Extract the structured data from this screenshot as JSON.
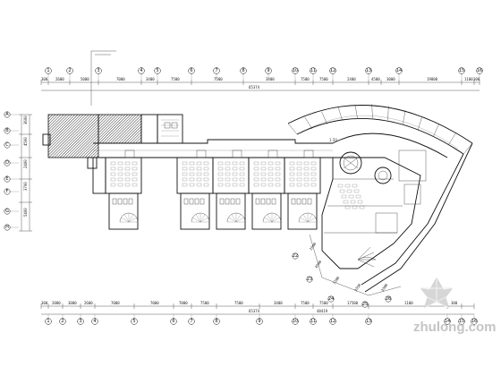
{
  "drawing": {
    "top_dimensions": [
      "300",
      "2600",
      "5000",
      "7000",
      "3400",
      "7500",
      "7500",
      "3400",
      "7500",
      "7500",
      "2400",
      "4500",
      "3000",
      "19800",
      "1100",
      "300"
    ],
    "top_total": "65374",
    "bottom_dimensions": [
      "300",
      "2000",
      "3000",
      "2600",
      "7000",
      "7000",
      "7000",
      "7500",
      "7500",
      "3400",
      "7500",
      "7500",
      "17500",
      "1100",
      "300"
    ],
    "bottom_total": "65374",
    "bottom_overall": "48419",
    "left_dimensions": [
      "3600",
      "4500",
      "2400",
      "3700",
      "5400"
    ],
    "top_axis_labels": [
      "1",
      "2",
      "3",
      "4",
      "5",
      "6",
      "7",
      "8",
      "9",
      "10",
      "11",
      "12",
      "13",
      "14",
      "15",
      "16"
    ],
    "left_axis_labels": [
      "A",
      "B",
      "C",
      "D",
      "E",
      "F",
      "G",
      "H"
    ],
    "curved_dimensions": [
      "2500",
      "4500",
      "7200",
      "3350",
      "3300"
    ],
    "curved_axis_labels": [
      "22",
      "23",
      "24",
      "25",
      "26"
    ],
    "level_mark": "1.50"
  },
  "watermark": {
    "brand_text": "zhulong.com"
  }
}
